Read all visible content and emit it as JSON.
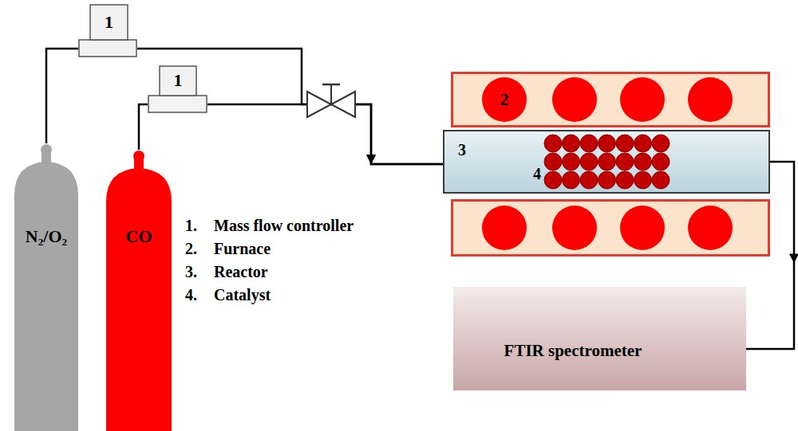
{
  "diagram": {
    "nodes": [
      {
        "text": [
          "N₂/O₂"
        ]
      },
      {
        "text": [
          "CO"
        ]
      },
      {
        "text": [
          "1"
        ]
      },
      {
        "text": [
          "1"
        ]
      },
      {
        "text": [
          "2"
        ]
      },
      {
        "text": [
          "3"
        ]
      },
      {
        "text": [
          "4"
        ],
        "in": 5
      },
      {
        "text": [
          "FTIR spectrometer"
        ]
      }
    ],
    "edges": [
      {
        "from": 0,
        "to": 2,
        "arrow": "none"
      },
      {
        "from": 1,
        "to": 3,
        "arrow": "none"
      },
      {
        "from": 2,
        "to": 5,
        "arrow": "to"
      },
      {
        "from": 3,
        "to": 5,
        "arrow": "to"
      },
      {
        "from": 5,
        "to": 7,
        "arrow": "to"
      }
    ],
    "labels": [
      "1.",
      "Mass flow controller",
      "2.",
      "Furnace",
      "3.",
      "Reactor",
      "4.",
      "Catalyst"
    ]
  }
}
